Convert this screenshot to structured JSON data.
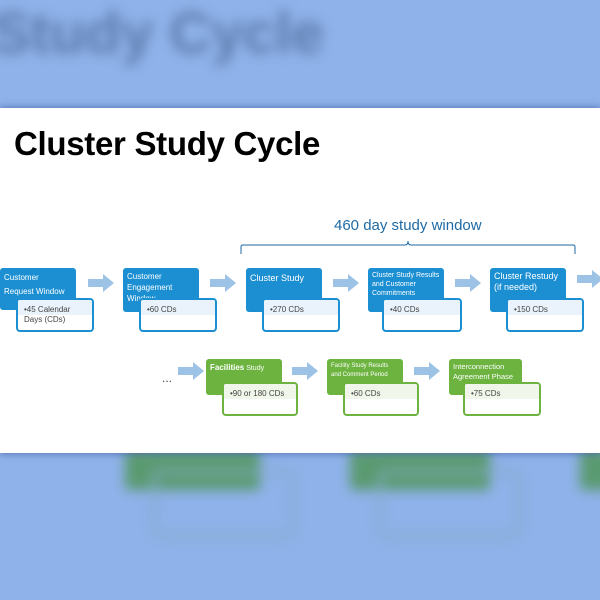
{
  "slide": {
    "title": "Cluster Study Cycle",
    "study_window_label": "460 day study window",
    "continuation": "..."
  },
  "background": {
    "blurred_title": "Study Cycle"
  },
  "row1": [
    {
      "title": "Customer\nRequest Window",
      "duration": "•45 Calendar Days (CDs)"
    },
    {
      "title": "Customer Engagement Window",
      "duration": "•60 CDs"
    },
    {
      "title": "Cluster Study",
      "duration": "•270 CDs"
    },
    {
      "title": "Cluster Study Results and Customer Commitments",
      "duration": "•40 CDs"
    },
    {
      "title": "Cluster Restudy (if needed)",
      "duration": "•150 CDs"
    }
  ],
  "row2": [
    {
      "title_bold": "Facilities",
      "title_rest": " Study",
      "duration": "•90 or 180 CDs"
    },
    {
      "title": "Facility Study Results and Comment Period",
      "duration": "•60 CDs"
    },
    {
      "title": "Interconnection Agreement Phase",
      "duration": "•75 CDs"
    }
  ],
  "colors": {
    "blue_step": "#1b8fd2",
    "green_step": "#6cb33f",
    "arrow": "#9cc2e5",
    "window_label": "#1f6aa5",
    "background": "#8fb2ea"
  }
}
